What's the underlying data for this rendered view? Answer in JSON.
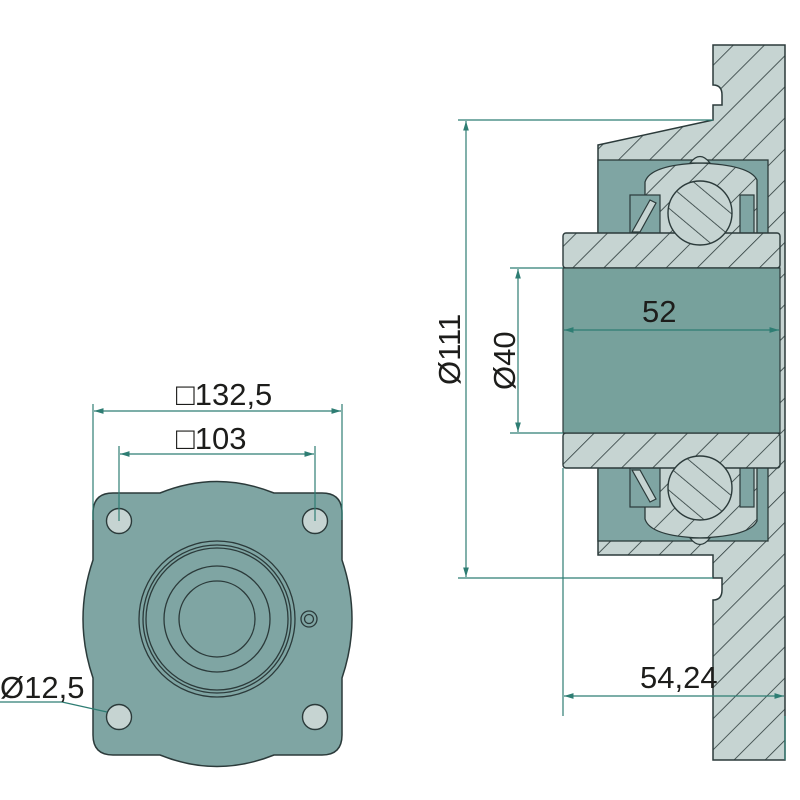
{
  "drawing": {
    "front_view": {
      "outer_square": "□132,5",
      "bolt_square": "□103",
      "hole_diameter": "Ø12,5"
    },
    "section_view": {
      "housing_diameter": "Ø111",
      "bore_diameter": "Ø40",
      "inner_ring_width": "52",
      "overall_width": "54,24"
    }
  },
  "colors": {
    "body": "#7fa5a3",
    "hatch_fill": "#c6d4d2",
    "outline": "#2b3a3a",
    "dimension": "#2e7d73"
  }
}
